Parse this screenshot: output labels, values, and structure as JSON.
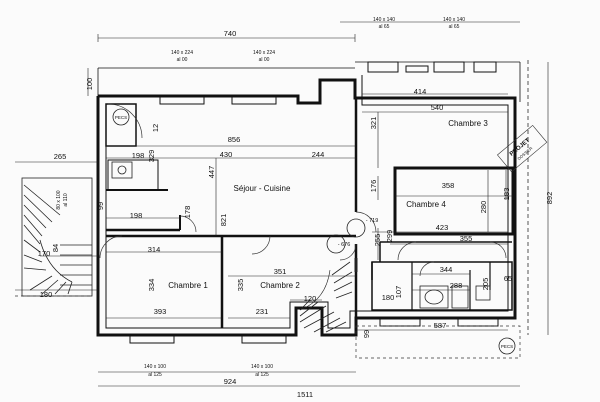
{
  "rooms": {
    "sejour": "Séjour - Cuisine",
    "chambre1": "Chambre 1",
    "chambre2": "Chambre 2",
    "chambre3": "Chambre 3",
    "chambre4": "Chambre 4"
  },
  "stamp": [
    "PROJET",
    "DOSSIER"
  ],
  "window_labels": {
    "top_left_a": "140 x 224",
    "top_left_b": "al 00",
    "top_mid_a": "140 x 224",
    "top_mid_b": "al 00",
    "top_right1_a": "140 x 140",
    "top_right1_b": "al 65",
    "top_right2_a": "140 x 140",
    "top_right2_b": "al 65",
    "bottom1_a": "140 x 100",
    "bottom1_b": "al 125",
    "bottom2_a": "140 x 100",
    "bottom2_b": "al 125",
    "stair_a": "80 x 100",
    "stair_b": "al 110"
  },
  "level_marks": {
    "a": "- 719",
    "b": "- 676"
  },
  "tags": {
    "pecs_top": "PECS",
    "pecs_bottom": "PECS"
  },
  "dims": {
    "d740": "740",
    "d100": "100",
    "d265": "265",
    "d856": "856",
    "d430": "430",
    "d244": "244",
    "d198a": "198",
    "d329": "329",
    "d447": "447",
    "d198b": "198",
    "d178": "178",
    "d821": "821",
    "d314": "314",
    "d334": "334",
    "d393": "393",
    "d335": "335",
    "d351": "351",
    "d120": "120",
    "d231": "231",
    "d170": "170",
    "d84": "84",
    "d180a": "180",
    "d99": "99",
    "d414": "414",
    "d540": "540",
    "d321": "321",
    "d176": "176",
    "d358": "358",
    "d280": "280",
    "d183": "183",
    "d423": "423",
    "d355": "355",
    "d255": "255",
    "d299": "299",
    "d344": "344",
    "d205": "205",
    "d65": "65",
    "d288": "288",
    "d180b": "180",
    "d107": "107",
    "d587": "587",
    "d99b": "99",
    "d892": "892",
    "d924": "924",
    "d1511": "1511",
    "d12": "12"
  }
}
